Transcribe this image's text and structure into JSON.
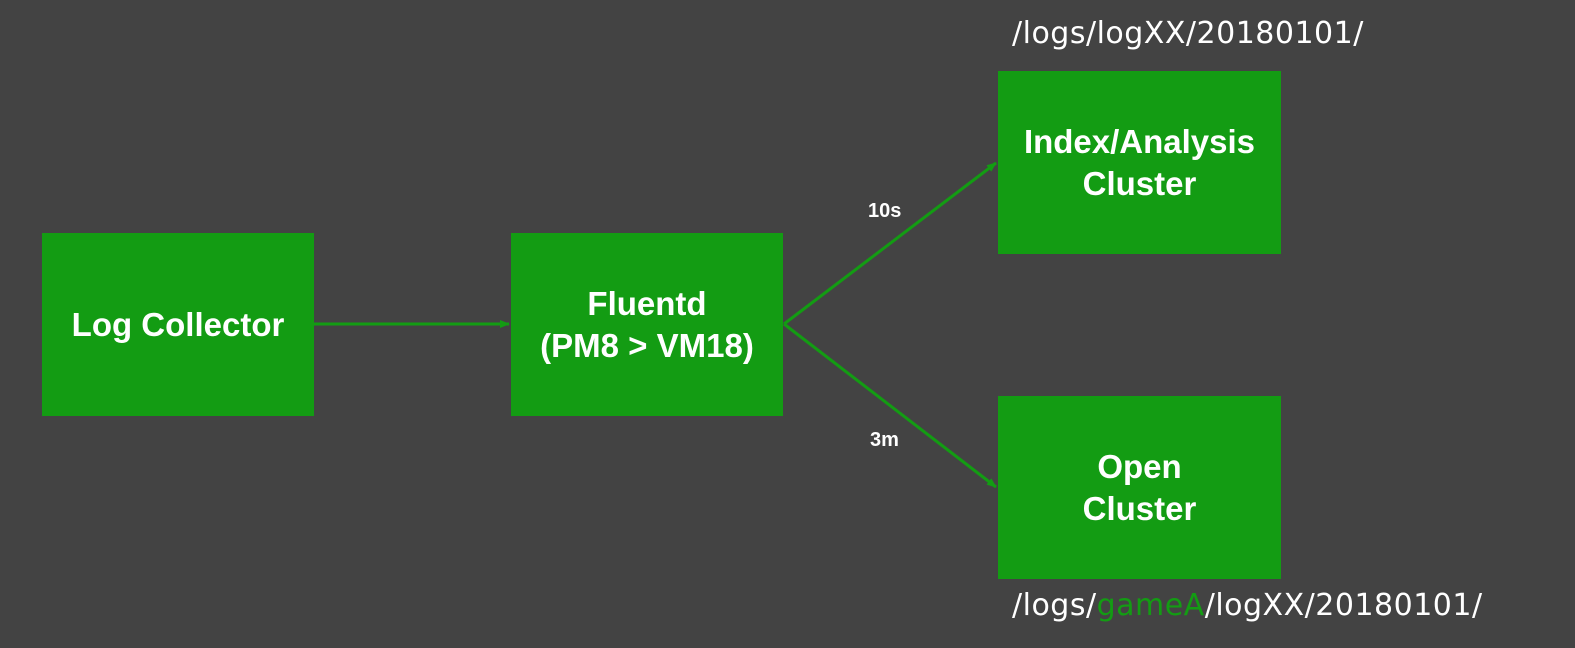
{
  "colors": {
    "background": "#434343",
    "node_fill": "#139c13",
    "arrow": "#139c13",
    "text": "#ffffff",
    "accent_text": "#139c13"
  },
  "nodes": {
    "log_collector": {
      "lines": [
        "Log Collector"
      ]
    },
    "fluentd": {
      "lines": [
        "Fluentd",
        "(PM8 > VM18)"
      ]
    },
    "index_cluster": {
      "lines": [
        "Index/Analysis",
        "Cluster"
      ]
    },
    "open_cluster": {
      "lines": [
        "Open",
        "Cluster"
      ]
    }
  },
  "edges": [
    {
      "from": "Log Collector",
      "to": "Fluentd",
      "label": ""
    },
    {
      "from": "Fluentd",
      "to": "Index/Analysis Cluster",
      "label": "10s"
    },
    {
      "from": "Fluentd",
      "to": "Open Cluster",
      "label": "3m"
    }
  ],
  "paths": {
    "top": "/logs/logXX/20180101/",
    "bottom_prefix": "/logs/",
    "bottom_highlight": "gameA",
    "bottom_suffix": "/logXX/20180101/"
  }
}
